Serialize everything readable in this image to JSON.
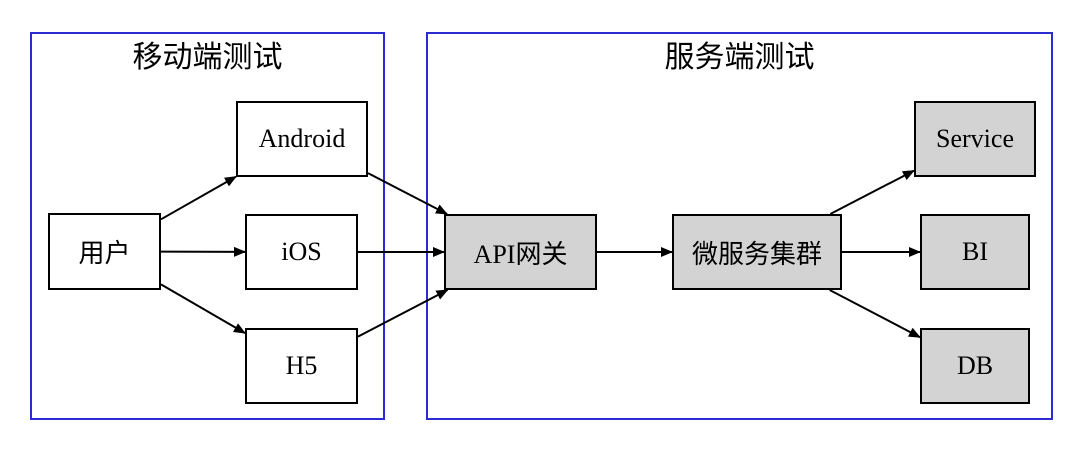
{
  "clusters": {
    "mobile": {
      "title": "移动端测试"
    },
    "server": {
      "title": "服务端测试"
    }
  },
  "nodes": {
    "user": "用户",
    "android": "Android",
    "ios": "iOS",
    "h5": "H5",
    "gateway": "API网关",
    "cluster": "微服务集群",
    "service": "Service",
    "bi": "BI",
    "db": "DB"
  },
  "edges": [
    {
      "from": "user",
      "to": "android"
    },
    {
      "from": "user",
      "to": "ios"
    },
    {
      "from": "user",
      "to": "h5"
    },
    {
      "from": "android",
      "to": "gateway"
    },
    {
      "from": "ios",
      "to": "gateway"
    },
    {
      "from": "h5",
      "to": "gateway"
    },
    {
      "from": "gateway",
      "to": "cluster"
    },
    {
      "from": "cluster",
      "to": "service"
    },
    {
      "from": "cluster",
      "to": "bi"
    },
    {
      "from": "cluster",
      "to": "db"
    }
  ],
  "colors": {
    "cluster_border": "#2b2bd6",
    "node_gray_fill": "#d3d3d3",
    "node_white_fill": "#ffffff",
    "stroke": "#000000"
  }
}
